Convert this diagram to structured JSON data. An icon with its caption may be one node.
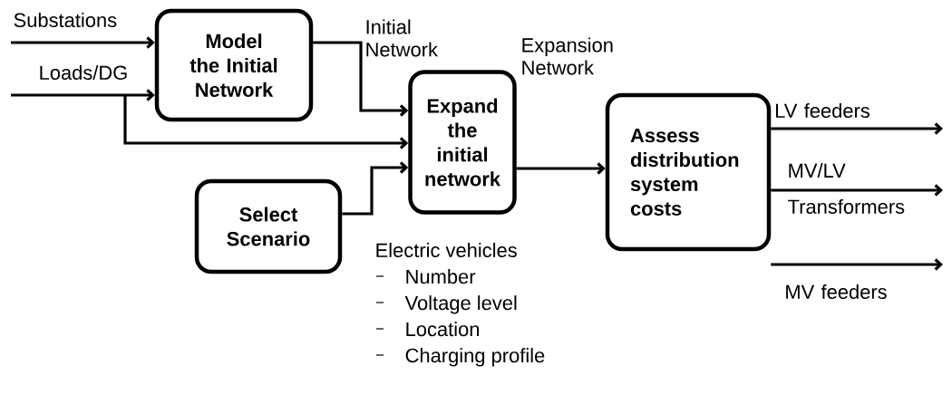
{
  "diagram": {
    "nodes": [
      {
        "text": [
          "Model the Initial Network"
        ]
      },
      {
        "text": [
          "Expand the initial network"
        ]
      },
      {
        "text": [
          "Select Scenario"
        ]
      },
      {
        "text": [
          "Assess distribution system costs"
        ]
      }
    ],
    "edges": [
      {
        "from": null,
        "to": 0,
        "arrow": "to",
        "label": "Substations"
      },
      {
        "from": null,
        "to": 0,
        "arrow": "to",
        "label": "Loads/DG"
      },
      {
        "from": null,
        "to": 1,
        "arrow": "to"
      },
      {
        "from": 0,
        "to": 1,
        "arrow": "to",
        "label": "Initial Network"
      },
      {
        "from": 2,
        "to": 1,
        "arrow": "to"
      },
      {
        "from": 1,
        "to": 3,
        "arrow": "to",
        "label": "Expansion Network"
      },
      {
        "from": 3,
        "to": null,
        "arrow": "to",
        "label": "LV feeders"
      },
      {
        "from": 3,
        "to": null,
        "arrow": "to",
        "label": "MV/LV Transformers"
      },
      {
        "from": 3,
        "to": null,
        "arrow": "to",
        "label": "MV feeders"
      }
    ],
    "labels": [
      "Electric vehicles",
      "Number",
      "Voltage level",
      "Location",
      "Charging profile"
    ]
  }
}
